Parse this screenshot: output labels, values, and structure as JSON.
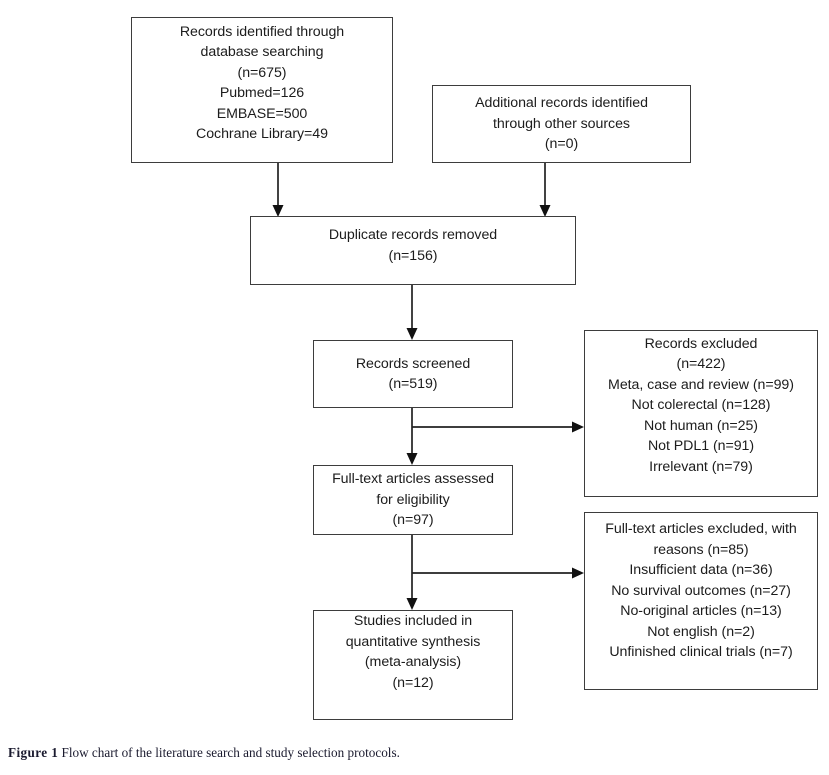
{
  "figure": {
    "caption_label": "Figure 1",
    "caption_text": "Flow chart of the literature search and study selection protocols."
  },
  "colors": {
    "box_border": "#3d3d3d",
    "connector": "#222222",
    "text": "#1c1c1c",
    "background": "#ffffff"
  },
  "chart_data": {
    "type": "diagram",
    "title": "Flow chart of the literature search and study selection protocols",
    "nodes": [
      {
        "id": "records-identified",
        "text": "Records identified through\ndatabase searching\n(n=675)\nPubmed=126\nEMBASE=500\nCochrane Library=49",
        "n": 675,
        "sources": [
          {
            "name": "Pubmed",
            "count": 126
          },
          {
            "name": "EMBASE",
            "count": 500
          },
          {
            "name": "Cochrane Library",
            "count": 49
          }
        ]
      },
      {
        "id": "additional-records",
        "text": "Additional records identified\nthrough other sources\n(n=0)",
        "n": 0
      },
      {
        "id": "duplicates-removed",
        "text": "Duplicate records removed\n(n=156)",
        "n": 156
      },
      {
        "id": "records-screened",
        "text": "Records screened\n(n=519)",
        "n": 519
      },
      {
        "id": "records-excluded",
        "text": "Records excluded\n(n=422)\nMeta, case and review (n=99)\nNot colerectal (n=128)\nNot human (n=25)\nNot PDL1 (n=91)\nIrrelevant (n=79)",
        "n": 422,
        "reasons": [
          {
            "label": "Meta, case and review",
            "count": 99
          },
          {
            "label": "Not colerectal",
            "count": 128
          },
          {
            "label": "Not human",
            "count": 25
          },
          {
            "label": "Not PDL1",
            "count": 91
          },
          {
            "label": "Irrelevant",
            "count": 79
          }
        ]
      },
      {
        "id": "fulltext-assessed",
        "text": "Full-text articles assessed\nfor eligibility\n(n=97)",
        "n": 97
      },
      {
        "id": "fulltext-excluded",
        "text": "Full-text articles excluded, with\nreasons (n=85)\nInsufficient data (n=36)\nNo survival outcomes (n=27)\nNo-original articles (n=13)\nNot english (n=2)\nUnfinished clinical trials (n=7)",
        "n": 85,
        "reasons": [
          {
            "label": "Insufficient data",
            "count": 36
          },
          {
            "label": "No survival outcomes",
            "count": 27
          },
          {
            "label": "No-original articles",
            "count": 13
          },
          {
            "label": "Not english",
            "count": 2
          },
          {
            "label": "Unfinished clinical trials",
            "count": 7
          }
        ]
      },
      {
        "id": "studies-included",
        "text": "Studies included in\nquantitative synthesis\n(meta-analysis)\n(n=12)",
        "n": 12
      }
    ],
    "edges": [
      {
        "from": "records-identified",
        "to": "duplicates-removed"
      },
      {
        "from": "additional-records",
        "to": "duplicates-removed"
      },
      {
        "from": "duplicates-removed",
        "to": "records-screened"
      },
      {
        "from": "records-screened",
        "to": "records-excluded"
      },
      {
        "from": "records-screened",
        "to": "fulltext-assessed"
      },
      {
        "from": "fulltext-assessed",
        "to": "fulltext-excluded"
      },
      {
        "from": "fulltext-assessed",
        "to": "studies-included"
      }
    ]
  }
}
